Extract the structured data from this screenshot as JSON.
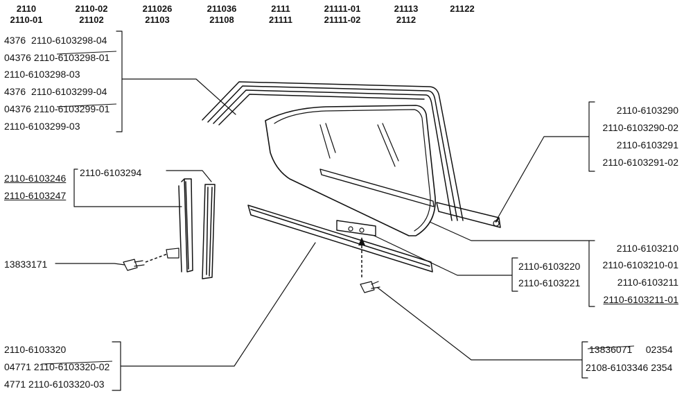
{
  "models": [
    [
      "2110",
      "2110-01"
    ],
    [
      "2110-02",
      "21102"
    ],
    [
      "211026",
      "21103"
    ],
    [
      "211036",
      "21108"
    ],
    [
      "2111",
      "21111"
    ],
    [
      "21111-01",
      "21111-02"
    ],
    [
      "21113",
      "2112"
    ],
    [
      "21122",
      ""
    ]
  ],
  "groups": {
    "top_left": [
      {
        "a": "4376",
        "b": "2110-6103298-04"
      },
      {
        "a": "04376",
        "b": "2110-6103298-01"
      },
      {
        "a": "",
        "b": "2110-6103298-03"
      },
      {
        "a": "4376",
        "b": "2110-6103299-04"
      },
      {
        "a": "04376",
        "b": "2110-6103299-01"
      },
      {
        "a": "",
        "b": "2110-6103299-03"
      }
    ],
    "channel_left": [
      "2110-6103246",
      "2110-6103247"
    ],
    "channel_mid": "2110-6103294",
    "bolt_left": "13833171",
    "bottom_left": [
      {
        "a": "",
        "b": "2110-6103320"
      },
      {
        "a": "04771",
        "b": "2110-6103320-02"
      },
      {
        "a": "4771",
        "b": "2110-6103320-03"
      }
    ],
    "right_top": [
      "2110-6103290",
      "2110-6103290-02",
      "2110-6103291",
      "2110-6103291-02"
    ],
    "right_mid": [
      "2110-6103210",
      "2110-6103210-01",
      "2110-6103211",
      "2110-6103211-01"
    ],
    "bracket": [
      "2110-6103220",
      "2110-6103221"
    ],
    "bolt_right": [
      {
        "a": "13836071",
        "b": "02354"
      },
      {
        "a": "2108-6103346",
        "b": "2354"
      }
    ]
  }
}
